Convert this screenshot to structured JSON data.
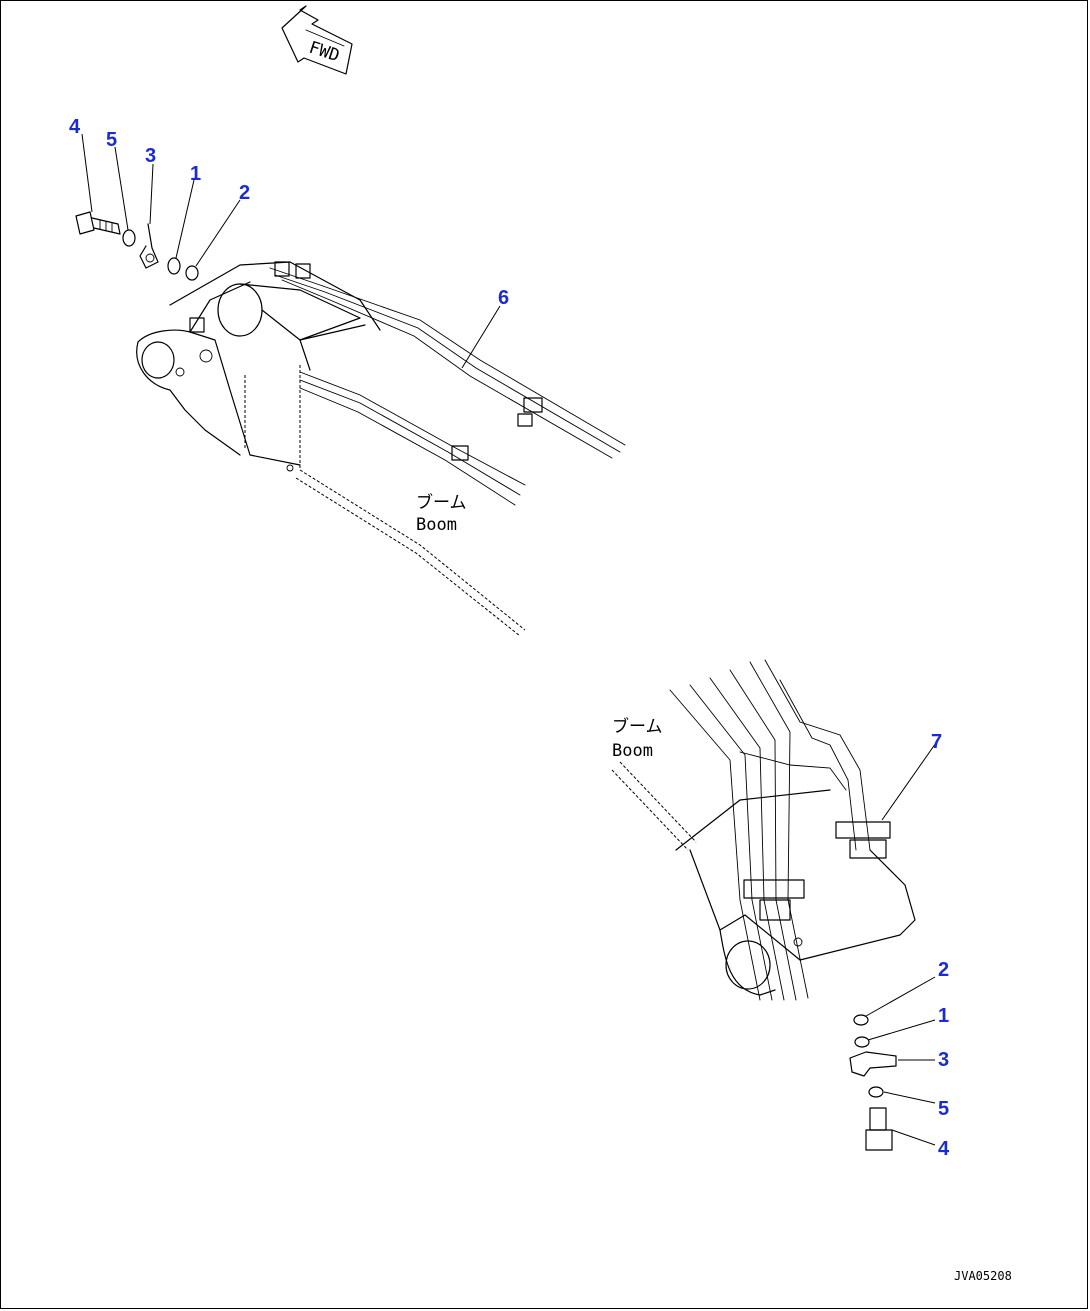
{
  "fwd_label": "FWD",
  "boom_label_jp": "ブーム",
  "boom_label_en": "Boom",
  "drawing_code": "JVA05208",
  "callout_color": "#1a2bd6",
  "view_top": {
    "callouts": [
      "4",
      "5",
      "3",
      "1",
      "2",
      "6"
    ]
  },
  "view_bottom": {
    "callouts": [
      "7",
      "2",
      "1",
      "3",
      "5",
      "4"
    ]
  }
}
